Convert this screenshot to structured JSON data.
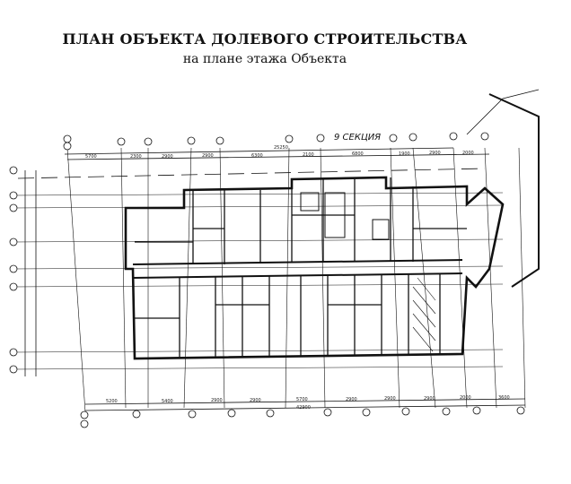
{
  "header": {
    "title": "ПЛАН ОБЪЕКТА ДОЛЕВОГО СТРОИТЕЛЬСТВА",
    "subtitle": "на плане этажа Объекта"
  },
  "plan": {
    "section_label": "9 СЕКЦИЯ",
    "top_dimensions": [
      "5700",
      "2300",
      "2900",
      "2900",
      "6300",
      "2100",
      "6800",
      "1900",
      "2900",
      "2000"
    ],
    "top_total": "25250",
    "bottom_dimensions": [
      "5200",
      "5400",
      "2900",
      "2900",
      "5700",
      "2900",
      "2900",
      "2900",
      "2000",
      "3600"
    ],
    "bottom_total": "42900",
    "line_color": "#111111"
  }
}
